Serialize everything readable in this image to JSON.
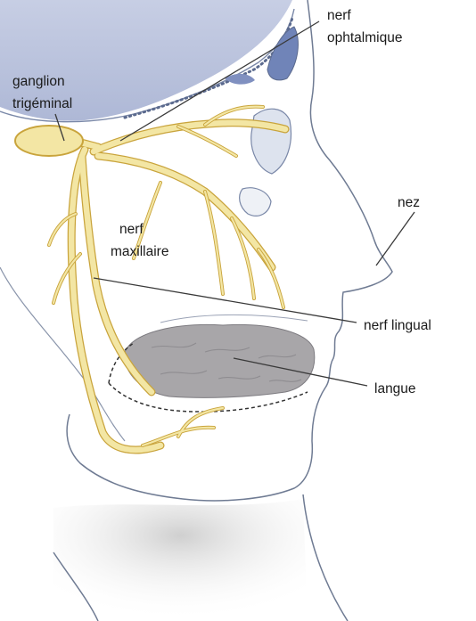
{
  "labels": {
    "ganglion_line1": "ganglion",
    "ganglion_line2": "trigéminal",
    "ophthalmic_line1": "nerf",
    "ophthalmic_line2": "ophtalmique",
    "maxillary_line1": "nerf",
    "maxillary_line2": "maxillaire",
    "nose": "nez",
    "lingual": "nerf lingual",
    "tongue": "langue"
  },
  "colors": {
    "nerve": "#f3e6a4",
    "nerve_outline": "#c9a43c",
    "brain": "#b9c2dc",
    "sinus": "#6f83b8",
    "tongue": "#a9a7a9",
    "skin_outline": "#6f7b93",
    "shadow": "#d8d8d8"
  }
}
